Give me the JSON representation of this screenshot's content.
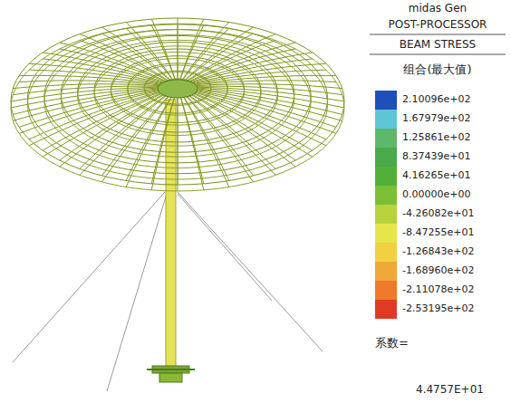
{
  "diagram": {
    "labels": [
      "midas Gen",
      "POST-PROCESSOR",
      "BEAM STRESS",
      "组合(最大值)",
      "系数=",
      "4.4757E+01"
    ],
    "legend": [
      {
        "text": "2.10096e+02",
        "color": "#1f4fb8"
      },
      {
        "text": "1.67979e+02",
        "color": "#5cc6d6"
      },
      {
        "text": "1.25861e+02",
        "color": "#5cb86a"
      },
      {
        "text": "8.37439e+01",
        "color": "#48aa4a"
      },
      {
        "text": "4.16265e+01",
        "color": "#52b03a"
      },
      {
        "text": "0.00000e+00",
        "color": "#7cbf34"
      },
      {
        "text": "-4.26082e+01",
        "color": "#b6d23c"
      },
      {
        "text": "-8.47255e+01",
        "color": "#e6e64a"
      },
      {
        "text": "-1.26843e+02",
        "color": "#f2d042"
      },
      {
        "text": "-1.68960e+02",
        "color": "#f0a838"
      },
      {
        "text": "-2.11078e+02",
        "color": "#ee7a2c"
      },
      {
        "text": "-2.53195e+02",
        "color": "#e03a24"
      }
    ]
  }
}
